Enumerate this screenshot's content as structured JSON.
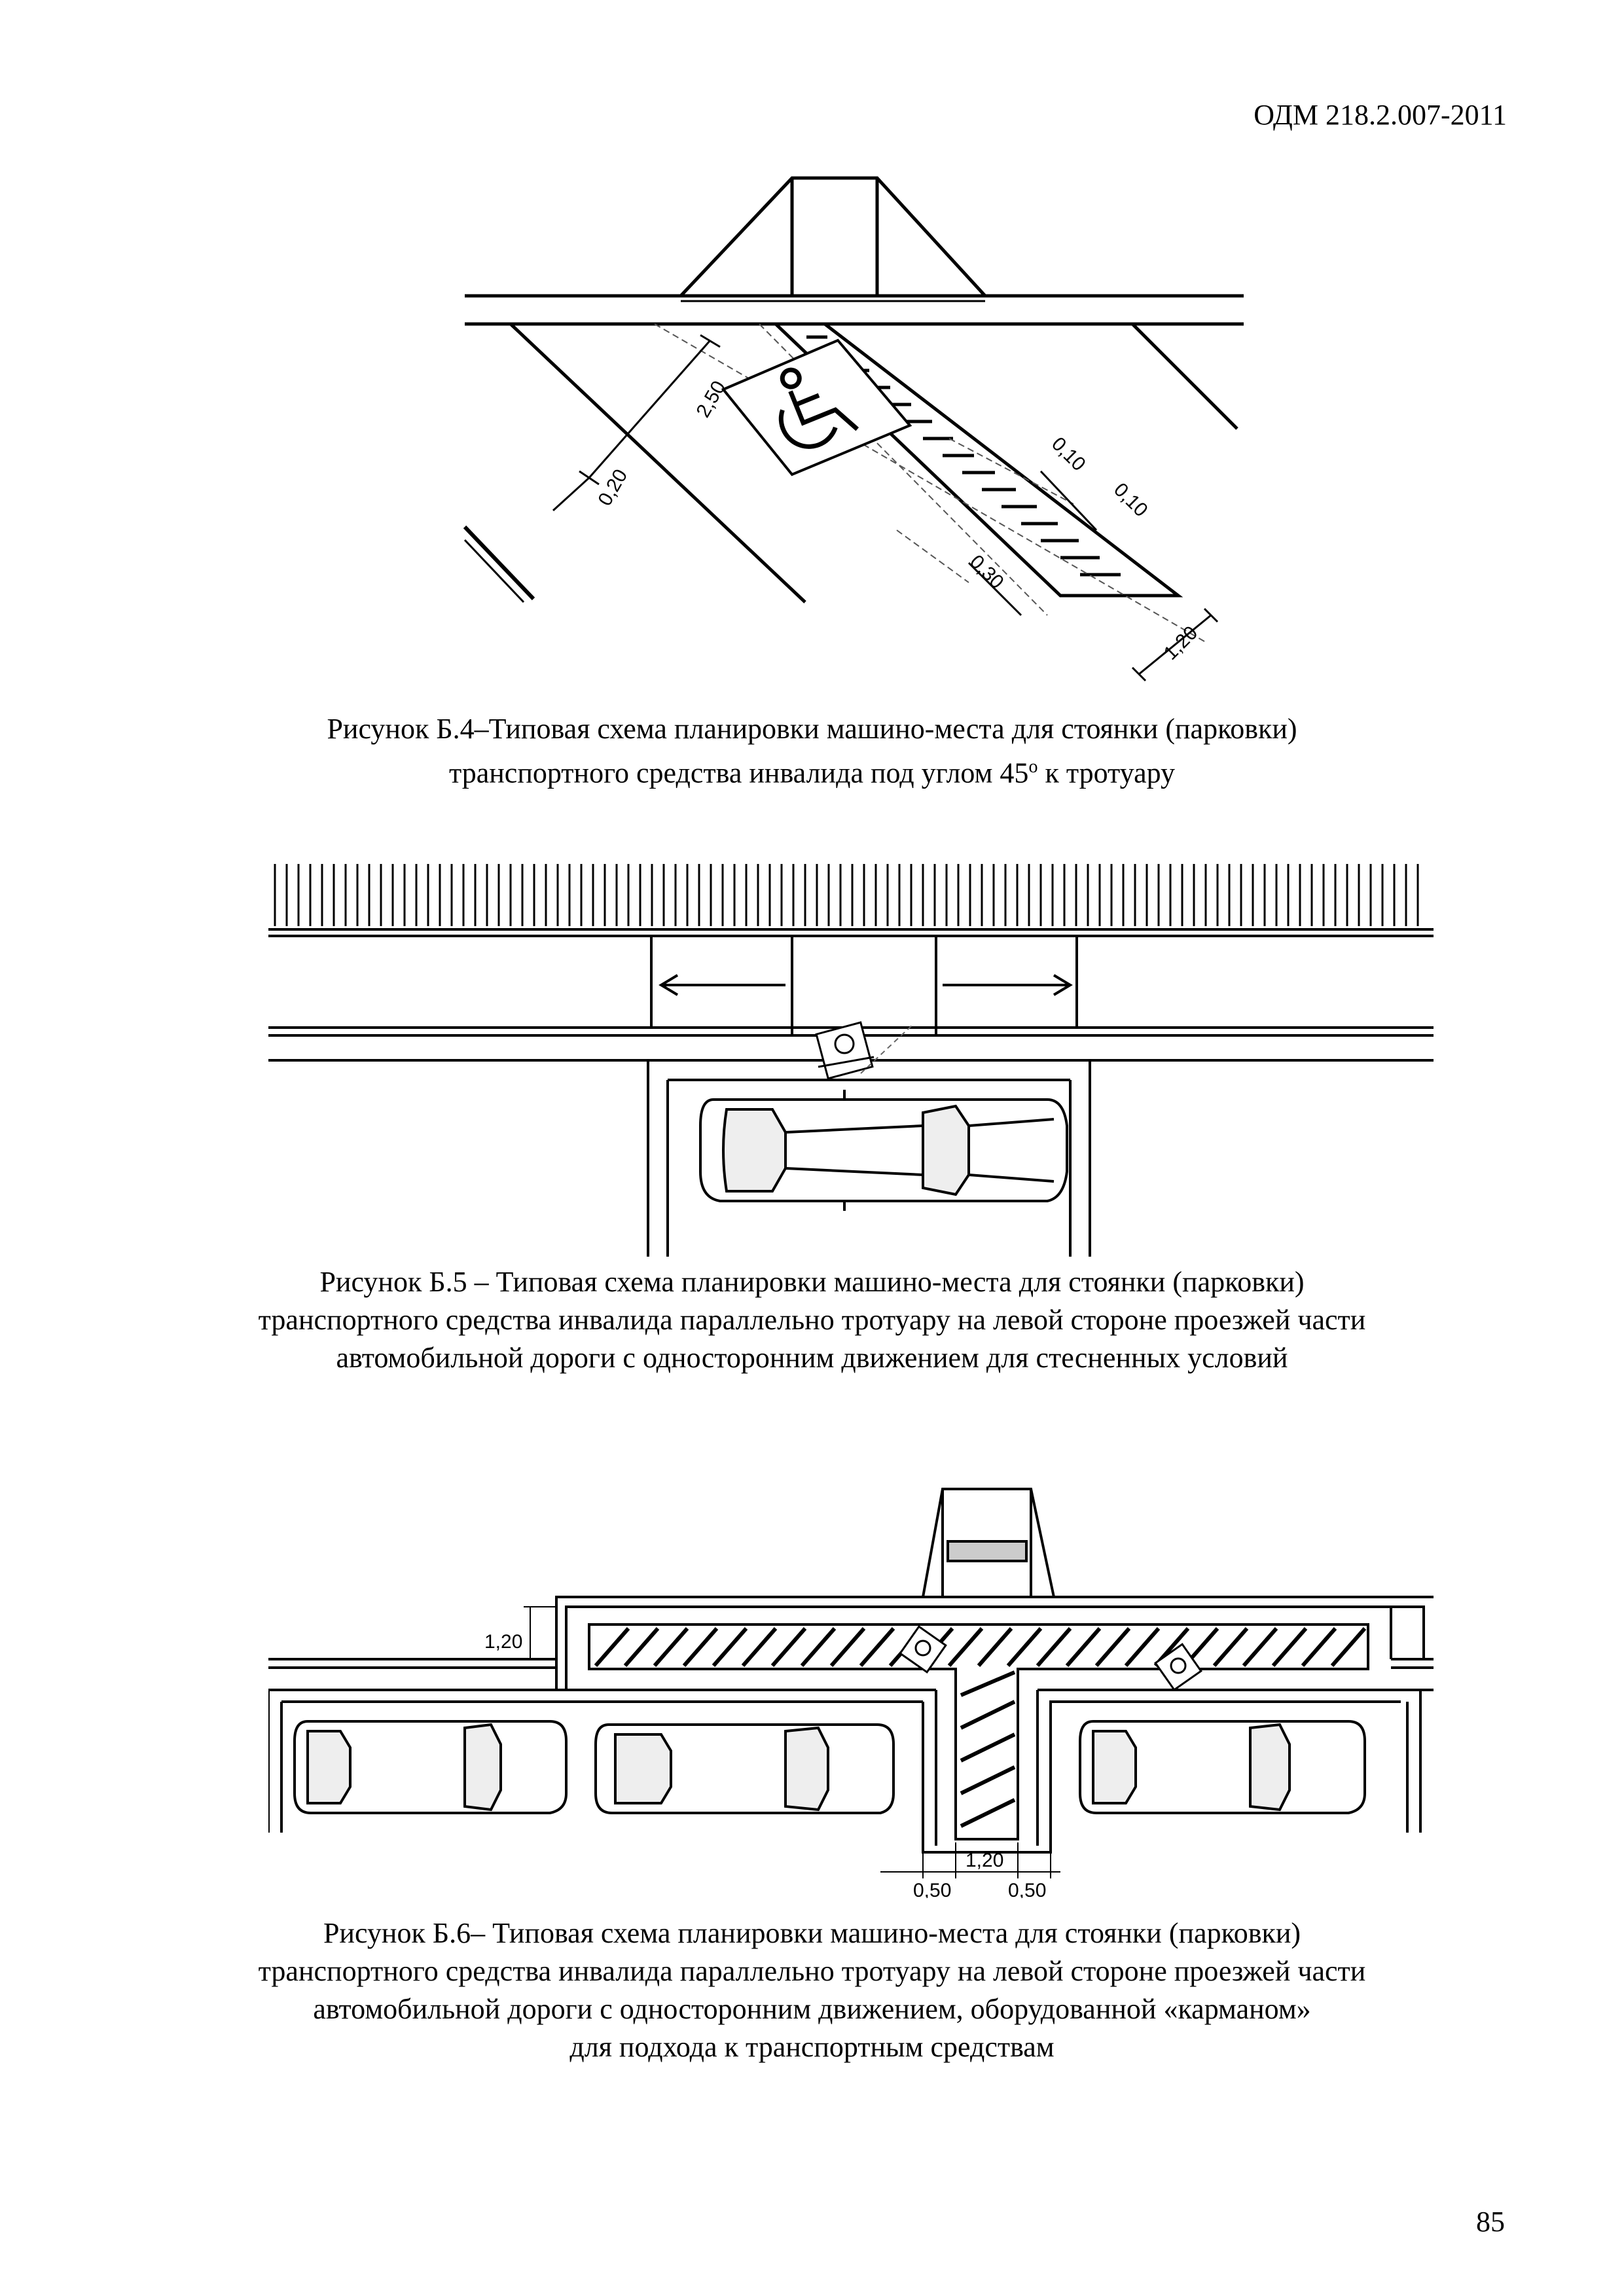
{
  "header": {
    "doc_code": "ОДМ 218.2.007-2011"
  },
  "figure_b4": {
    "dims": {
      "d250": "2,50",
      "d020": "0,20",
      "d010a": "0,10",
      "d010b": "0,10",
      "d030": "0,30",
      "d120": "1,20"
    },
    "caption_line1": "Рисунок Б.4–Типовая схема планировки машино-места для стоянки (парковки)",
    "caption_line2_pre": "транспортного средства инвалида под углом 45",
    "caption_line2_sup": "о",
    "caption_line2_post": " к тротуару"
  },
  "figure_b5": {
    "caption_line1": "Рисунок Б.5 – Типовая схема планировки машино-места для стоянки (парковки)",
    "caption_line2": "транспортного средства инвалида параллельно тротуару на левой стороне проезжей части",
    "caption_line3": "автомобильной дороги с односторонним движением для стесненных условий"
  },
  "figure_b6": {
    "dims": {
      "left120": "1,20",
      "bottom120": "1,20",
      "bottom050a": "0,50",
      "bottom050b": "0,50"
    },
    "caption_line1": "Рисунок Б.6– Типовая схема планировки машино-места для стоянки (парковки)",
    "caption_line2": "транспортного средства инвалида параллельно тротуару на левой стороне проезжей части",
    "caption_line3": "автомобильной дороги с односторонним движением, оборудованной «карманом»",
    "caption_line4": "для подхода к транспортным средствам"
  },
  "footer": {
    "page_number": "85"
  },
  "icons": [
    "wheelchair-icon",
    "car-icon"
  ]
}
